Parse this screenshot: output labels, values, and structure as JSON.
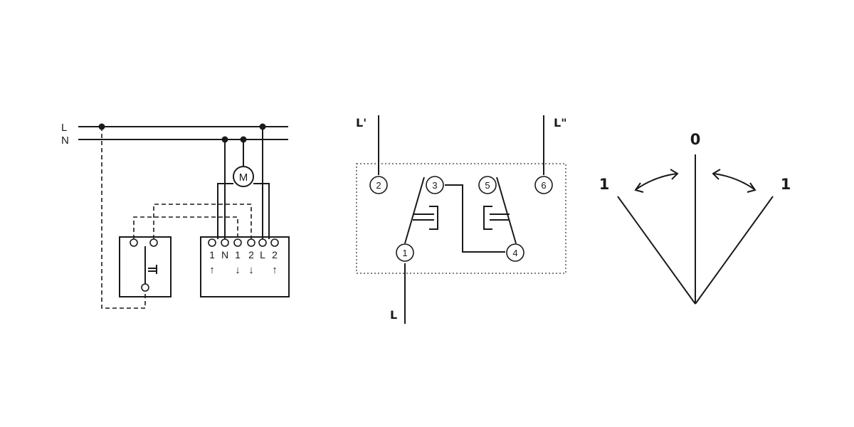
{
  "left_diagram": {
    "bus_labels": {
      "line": "L",
      "neutral": "N"
    },
    "motor_label": "M",
    "terminal_labels": [
      "1",
      "N",
      "1",
      "2",
      "L",
      "2"
    ],
    "arrows": [
      "↑",
      "↓",
      "↓",
      "↑"
    ]
  },
  "middle_diagram": {
    "terminals": [
      "1",
      "2",
      "3",
      "4",
      "5",
      "6"
    ],
    "labels": {
      "l_prime": "L'",
      "l_double_prime": "L\"",
      "l_in": "L"
    }
  },
  "right_diagram": {
    "center_label": "0",
    "left_label": "1",
    "right_label": "1"
  }
}
